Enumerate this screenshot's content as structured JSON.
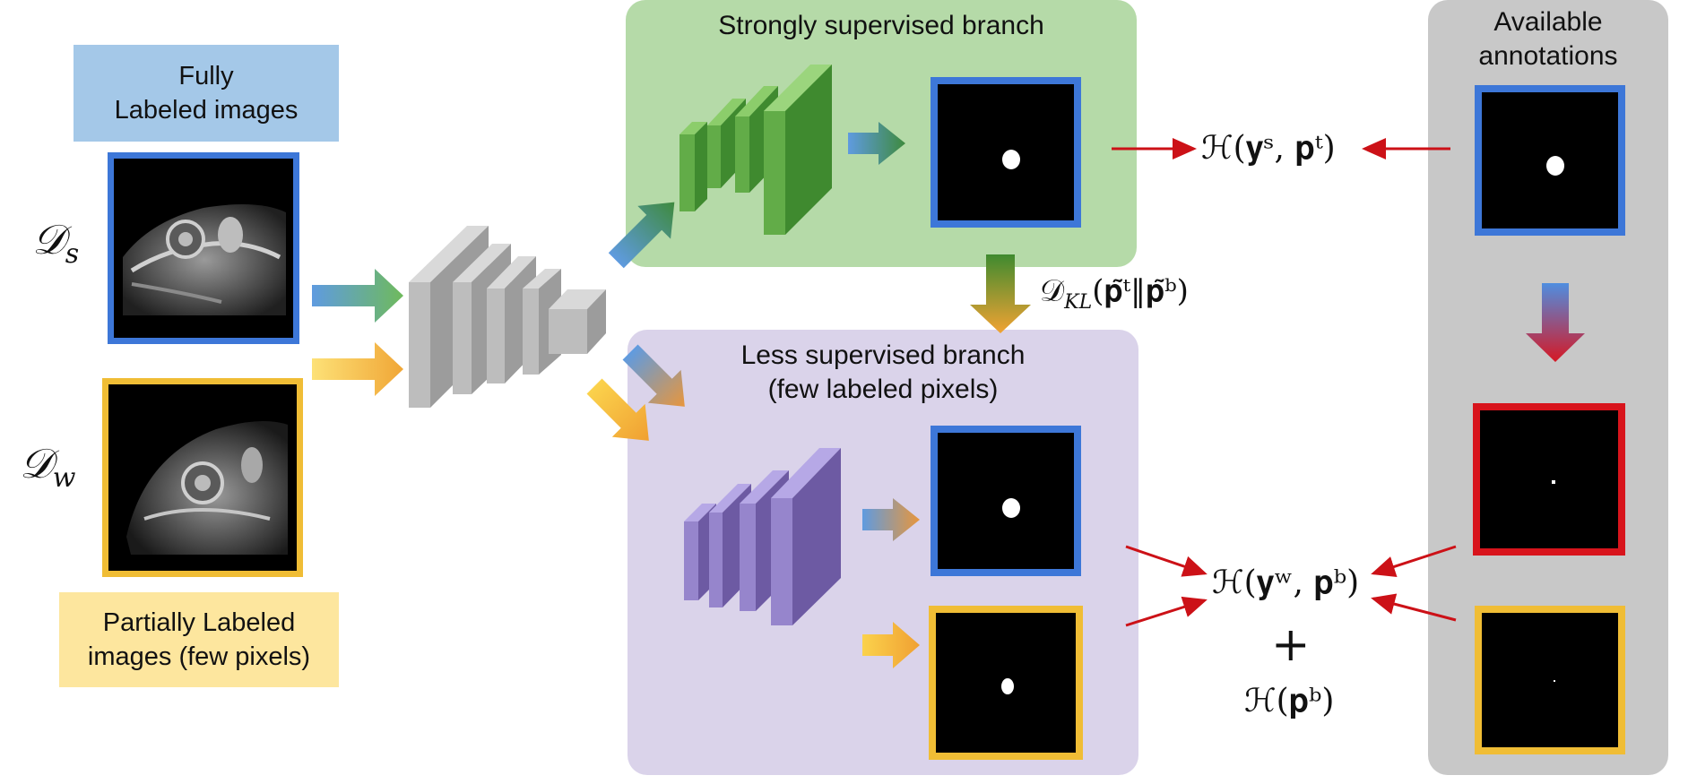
{
  "colors": {
    "strong_panel": "#b5daa8",
    "weak_panel": "#dad3ea",
    "annot_panel": "#c8c8c8",
    "full_label_bg": "#a4c8e8",
    "partial_label_bg": "#fde69e",
    "blue_border": "#3d77d8",
    "yellow_border": "#f0bd35",
    "red_border": "#d8141c",
    "red_arrow": "#cc1117"
  },
  "left": {
    "fully_line1": "Fully",
    "fully_line2": "Labeled images",
    "partial_line1": "Partially Labeled",
    "partial_line2": "images (few pixels)",
    "ds_symbol": "𝒟",
    "ds_sub": "s",
    "dw_symbol": "𝒟",
    "dw_sub": "w"
  },
  "strong_branch": {
    "title": "Strongly supervised branch"
  },
  "weak_branch": {
    "title_line1": "Less supervised branch",
    "title_line2": "(few labeled pixels)"
  },
  "annotations": {
    "title_line1": "Available",
    "title_line2": "annotations"
  },
  "math": {
    "h_strong": "ℋ(𝐲ˢ, 𝐩ᵗ)",
    "kl": "𝒟",
    "kl_sub": "KL",
    "kl_args": "(𝐩̃ᵗ‖𝐩̃ᵇ)",
    "h_weak": "ℋ(𝐲ʷ, 𝐩ᵇ)",
    "plus": "+",
    "h_entropy": "ℋ(𝐩ᵇ)"
  },
  "icons": [
    "cnn-encoder-icon",
    "green-decoder-icon",
    "purple-decoder-icon",
    "gradient-arrow-icon",
    "red-arrow-icon"
  ]
}
